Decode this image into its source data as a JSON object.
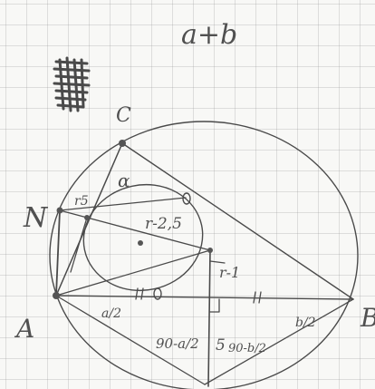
{
  "page": {
    "title": "a+b",
    "colors": {
      "paper": "#f8f8f6",
      "grid": "#bdbdbd",
      "ink": "#4a4a4a"
    }
  },
  "diagram": {
    "points": {
      "A": "A",
      "B": "B",
      "C": "C",
      "N": "N"
    },
    "labels": {
      "alpha": "α",
      "r5": "r5",
      "r_r5": "r-2,5",
      "r_1": "r-1",
      "a_half_1": "a/2",
      "b_half_1": "b/2",
      "deg_a": "90-a/2",
      "deg_b": "90-b/2",
      "five": "5"
    }
  }
}
